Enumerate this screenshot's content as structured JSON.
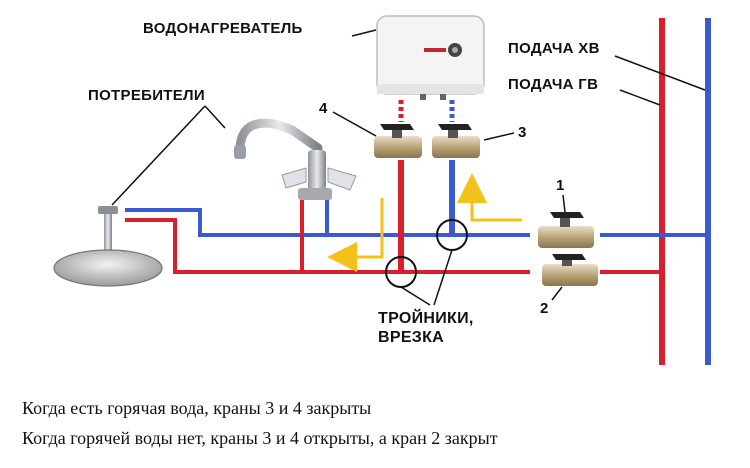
{
  "labels": {
    "water_heater": "ВОДОНАГРЕВАТЕЛЬ",
    "consumers": "ПОТРЕБИТЕЛИ",
    "cold_supply": "ПОДАЧА ХВ",
    "hot_supply": "ПОДАЧА ГВ",
    "tees_line1": "ТРОЙНИКИ,",
    "tees_line2": "ВРЕЗКА"
  },
  "valves": {
    "v1": "1",
    "v2": "2",
    "v3": "3",
    "v4": "4"
  },
  "captions": {
    "line1": "Когда есть горячая вода, краны 3 и 4 закрыты",
    "line2": "Когда горячей воды нет, краны 3 и 4 открыты, а кран 2 закрыт"
  },
  "colors": {
    "hot_pipe": "#d8202a",
    "cold_pipe": "#3a5bd0",
    "flow_arrow": "#f2c21b"
  }
}
